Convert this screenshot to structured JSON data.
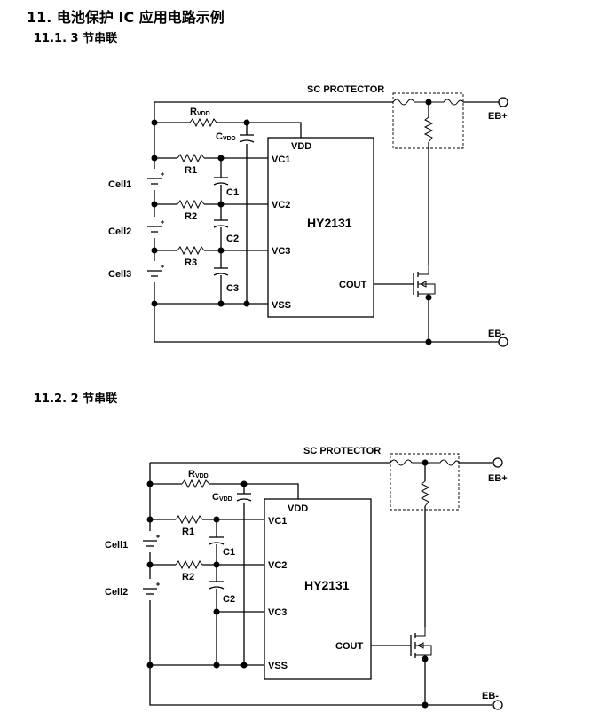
{
  "section_title": "11. 电池保护 IC 应用电路示例",
  "circuits": [
    {
      "heading": "11.1.  3 节串联",
      "ic": "HY2131",
      "protector": "SC PROTECTOR",
      "terminals": {
        "positive": "EB+",
        "negative": "EB-"
      },
      "pins": {
        "vdd": "VDD",
        "vc1": "VC1",
        "vc2": "VC2",
        "vc3": "VC3",
        "vss": "VSS",
        "cout": "COUT"
      },
      "rvdd": {
        "main": "R",
        "sub": "VDD"
      },
      "cvdd": {
        "main": "C",
        "sub": "VDD"
      },
      "resistors": [
        "R1",
        "R2",
        "R3"
      ],
      "capacitors": [
        "C1",
        "C2",
        "C3"
      ],
      "cells": [
        "Cell1",
        "Cell2",
        "Cell3"
      ]
    },
    {
      "heading": "11.2.  2 节串联",
      "ic": "HY2131",
      "protector": "SC PROTECTOR",
      "terminals": {
        "positive": "EB+",
        "negative": "EB-"
      },
      "pins": {
        "vdd": "VDD",
        "vc1": "VC1",
        "vc2": "VC2",
        "vc3": "VC3",
        "vss": "VSS",
        "cout": "COUT"
      },
      "rvdd": {
        "main": "R",
        "sub": "VDD"
      },
      "cvdd": {
        "main": "C",
        "sub": "VDD"
      },
      "resistors": [
        "R1",
        "R2"
      ],
      "capacitors": [
        "C1",
        "C2"
      ],
      "cells": [
        "Cell1",
        "Cell2"
      ]
    }
  ]
}
